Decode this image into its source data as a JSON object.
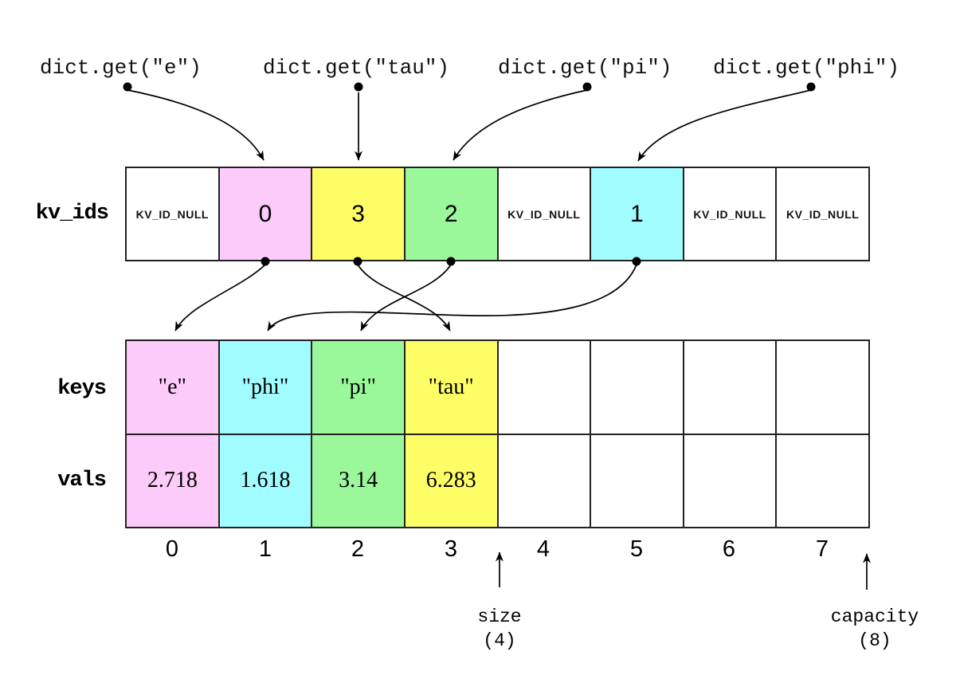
{
  "diagram_title": "hash table internals: kv_ids slot array mapping into dense keys/vals arrays",
  "colors": {
    "pink": "#fccbfa",
    "cyan": "#a0fcff",
    "green": "#9af89a",
    "yellow": "#fdfd65",
    "white": "#ffffff",
    "border": "#222222",
    "ink": "#000000"
  },
  "queries": [
    {
      "label": "dict.get(\"e\")"
    },
    {
      "label": "dict.get(\"tau\")"
    },
    {
      "label": "dict.get(\"pi\")"
    },
    {
      "label": "dict.get(\"phi\")"
    }
  ],
  "rows": {
    "kv_ids": {
      "label": "kv_ids",
      "cells": [
        {
          "value": "KV_ID_NULL",
          "color": "#ffffff"
        },
        {
          "value": "0",
          "color": "#fccbfa"
        },
        {
          "value": "3",
          "color": "#fdfd65"
        },
        {
          "value": "2",
          "color": "#9af89a"
        },
        {
          "value": "KV_ID_NULL",
          "color": "#ffffff"
        },
        {
          "value": "1",
          "color": "#a0fcff"
        },
        {
          "value": "KV_ID_NULL",
          "color": "#ffffff"
        },
        {
          "value": "KV_ID_NULL",
          "color": "#ffffff"
        }
      ]
    },
    "keys": {
      "label": "keys",
      "cells": [
        {
          "value": "\"e\"",
          "color": "#fccbfa"
        },
        {
          "value": "\"phi\"",
          "color": "#a0fcff"
        },
        {
          "value": "\"pi\"",
          "color": "#9af89a"
        },
        {
          "value": "\"tau\"",
          "color": "#fdfd65"
        },
        {
          "value": "",
          "color": "#ffffff"
        },
        {
          "value": "",
          "color": "#ffffff"
        },
        {
          "value": "",
          "color": "#ffffff"
        },
        {
          "value": "",
          "color": "#ffffff"
        }
      ]
    },
    "vals": {
      "label": "vals",
      "cells": [
        {
          "value": "2.718",
          "color": "#fccbfa"
        },
        {
          "value": "1.618",
          "color": "#a0fcff"
        },
        {
          "value": "3.14",
          "color": "#9af89a"
        },
        {
          "value": "6.283",
          "color": "#fdfd65"
        },
        {
          "value": "",
          "color": "#ffffff"
        },
        {
          "value": "",
          "color": "#ffffff"
        },
        {
          "value": "",
          "color": "#ffffff"
        },
        {
          "value": "",
          "color": "#ffffff"
        }
      ]
    }
  },
  "indices": [
    "0",
    "1",
    "2",
    "3",
    "4",
    "5",
    "6",
    "7"
  ],
  "annotations": {
    "size": {
      "label": "size",
      "value": "(4)"
    },
    "capacity": {
      "label": "capacity",
      "value": "(8)"
    }
  },
  "arrows": [
    {
      "from": "dict.get(\"e\")",
      "to": "kv_ids[1]"
    },
    {
      "from": "dict.get(\"tau\")",
      "to": "kv_ids[2]"
    },
    {
      "from": "dict.get(\"pi\")",
      "to": "kv_ids[3]"
    },
    {
      "from": "dict.get(\"phi\")",
      "to": "kv_ids[5]"
    },
    {
      "from": "kv_ids[1]=0",
      "to": "keys[0]"
    },
    {
      "from": "kv_ids[2]=3",
      "to": "keys[3]"
    },
    {
      "from": "kv_ids[3]=2",
      "to": "keys[2]"
    },
    {
      "from": "kv_ids[5]=1",
      "to": "keys[1]"
    },
    {
      "from": "size",
      "to": "boundary after index 3"
    },
    {
      "from": "capacity",
      "to": "boundary after index 7"
    }
  ]
}
